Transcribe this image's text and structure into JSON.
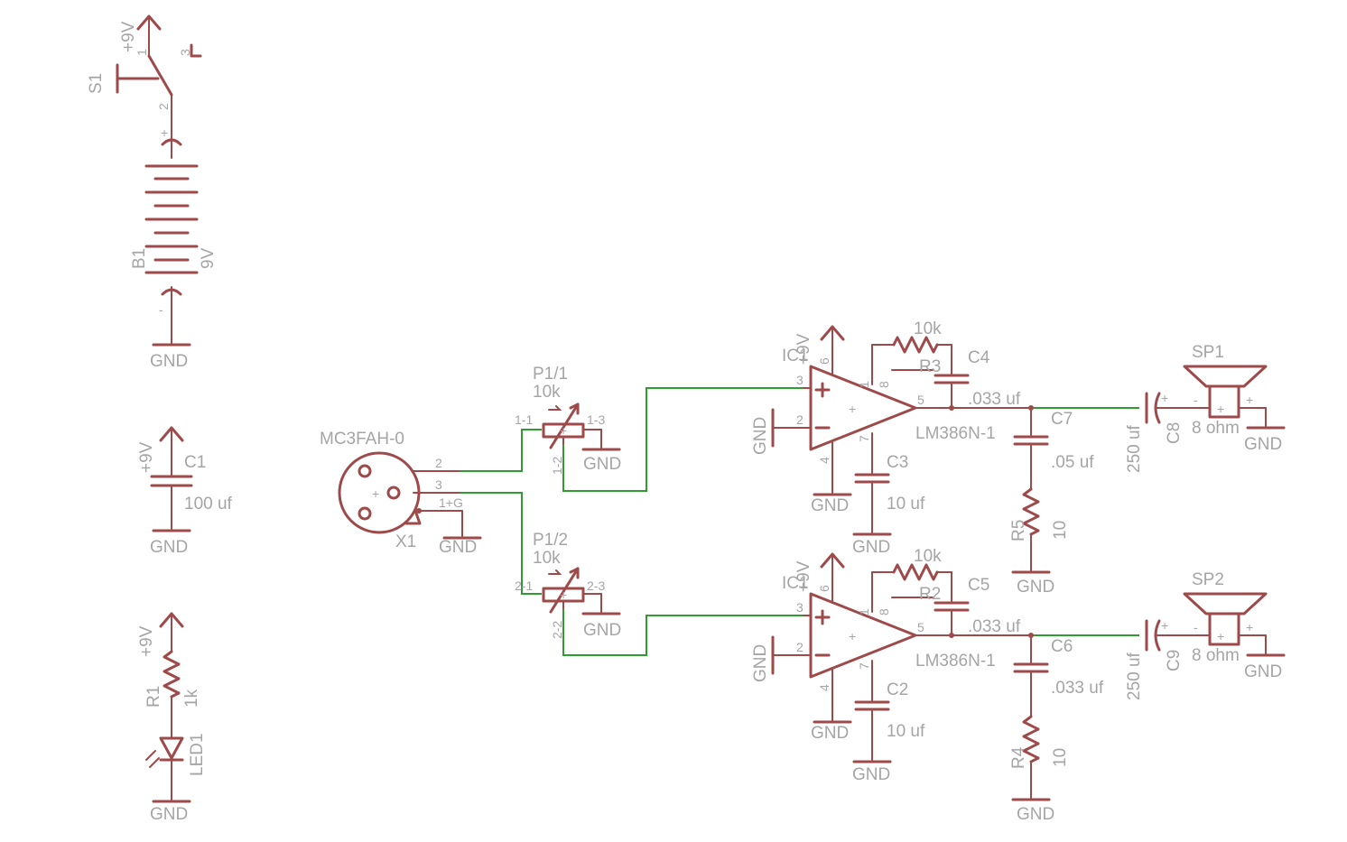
{
  "labels": {
    "s1": "S1",
    "b1": "B1",
    "b1_val": "9V",
    "c1": "C1",
    "c1_val": "100 uf",
    "r1": "R1",
    "r1_val": "1k",
    "led1": "LED1",
    "x1_name": "MC3FAH-0",
    "x1": "X1",
    "p11": "P1/1",
    "p12": "P1/2",
    "pot_val": "10k",
    "ic_top": "IC1",
    "ic_bot": "IC1",
    "lm386": "LM386N-1",
    "r3": "R3",
    "r2": "R2",
    "r3_val": "10k",
    "r2_val": "10k",
    "c4": "C4",
    "c5": "C5",
    "c033": ".033 uf",
    "c7": "C7",
    "c7_val": ".05 uf",
    "c6": "C6",
    "c6_val": ".033 uf",
    "c3": "C3",
    "c2": "C2",
    "c10uf": "10 uf",
    "r5": "R5",
    "r4": "R4",
    "r10": "10",
    "c8": "C8",
    "c9": "C9",
    "c250": "250 uf",
    "sp1": "SP1",
    "sp2": "SP2",
    "ohm": "8 ohm",
    "gnd": "GND",
    "v9": "+9V"
  },
  "pins": {
    "s_1": "1",
    "s_2": "2",
    "s_3": "3",
    "plus": "+",
    "minus": "-",
    "x_2": "2",
    "x_3": "3",
    "x_g": "1+G",
    "p1_1": "1-1",
    "p1_2": "1-2",
    "p1_3": "1-3",
    "p2_1": "2-1",
    "p2_2": "2-2",
    "p2_3": "2-3",
    "ic_1": "1",
    "ic_2": "2",
    "ic_3": "3",
    "ic_4": "4",
    "ic_5": "5",
    "ic_6": "6",
    "ic_7": "7",
    "ic_8": "8"
  }
}
